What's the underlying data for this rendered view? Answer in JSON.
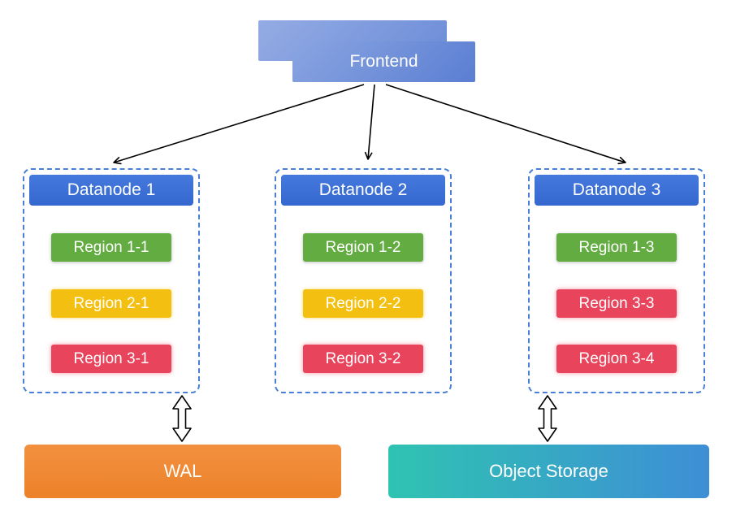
{
  "frontend": {
    "label": "Frontend"
  },
  "datanodes": [
    {
      "label": "Datanode 1",
      "regions": [
        {
          "label": "Region 1-1",
          "color": "green"
        },
        {
          "label": "Region 2-1",
          "color": "yellow"
        },
        {
          "label": "Region 3-1",
          "color": "red"
        }
      ]
    },
    {
      "label": "Datanode 2",
      "regions": [
        {
          "label": "Region 1-2",
          "color": "green"
        },
        {
          "label": "Region 2-2",
          "color": "yellow"
        },
        {
          "label": "Region 3-2",
          "color": "red"
        }
      ]
    },
    {
      "label": "Datanode 3",
      "regions": [
        {
          "label": "Region 1-3",
          "color": "green"
        },
        {
          "label": "Region 3-3",
          "color": "red"
        },
        {
          "label": "Region 3-4",
          "color": "red"
        }
      ]
    }
  ],
  "storage": [
    {
      "label": "WAL",
      "color": "#ec8229"
    },
    {
      "label": "Object Storage",
      "color_start": "#2fc3b2",
      "color_end": "#3e8ed6"
    }
  ],
  "colors": {
    "frontend_blue": "#5b7ed2",
    "datanode_header_blue": "#3b70d6",
    "dashed_border_blue": "#4a7fd6",
    "region_green": "#63ac41",
    "region_yellow": "#f3c012",
    "region_red": "#e8445c",
    "wal_orange": "#ec8229",
    "object_storage_teal": "#2fc3b2",
    "object_storage_blue": "#3e8ed6",
    "arrow_black": "#000000"
  }
}
